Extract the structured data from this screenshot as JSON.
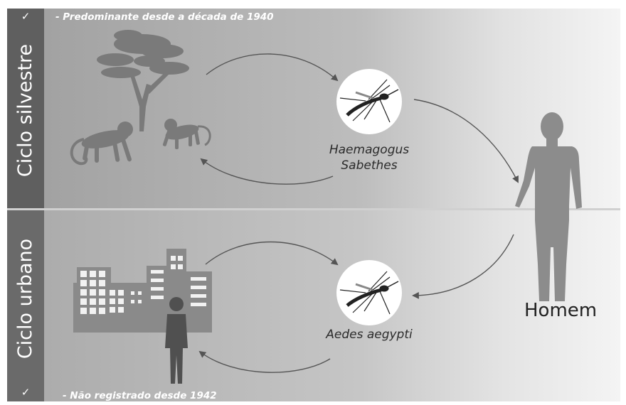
{
  "cycles": {
    "sylvatic": {
      "label": "Ciclo silvestre",
      "note": "- Predominante desde a década de 1940",
      "vector_line1": "Haemagogus",
      "vector_line2": "Sabethes",
      "check": "✓"
    },
    "urban": {
      "label": "Ciclo urbano",
      "note": "- Não registrado desde 1942",
      "vector": "Aedes aegypti",
      "check": "✓"
    }
  },
  "host": {
    "label": "Homem"
  },
  "icons": [
    "tree-icon",
    "monkey-icon",
    "mosquito-icon",
    "city-icon",
    "person-icon",
    "human-icon"
  ],
  "colors": {
    "band_dark": "#5f5f5f",
    "silhouette": "#7c7c7c",
    "arrow": "#555555",
    "text": "#222222"
  }
}
